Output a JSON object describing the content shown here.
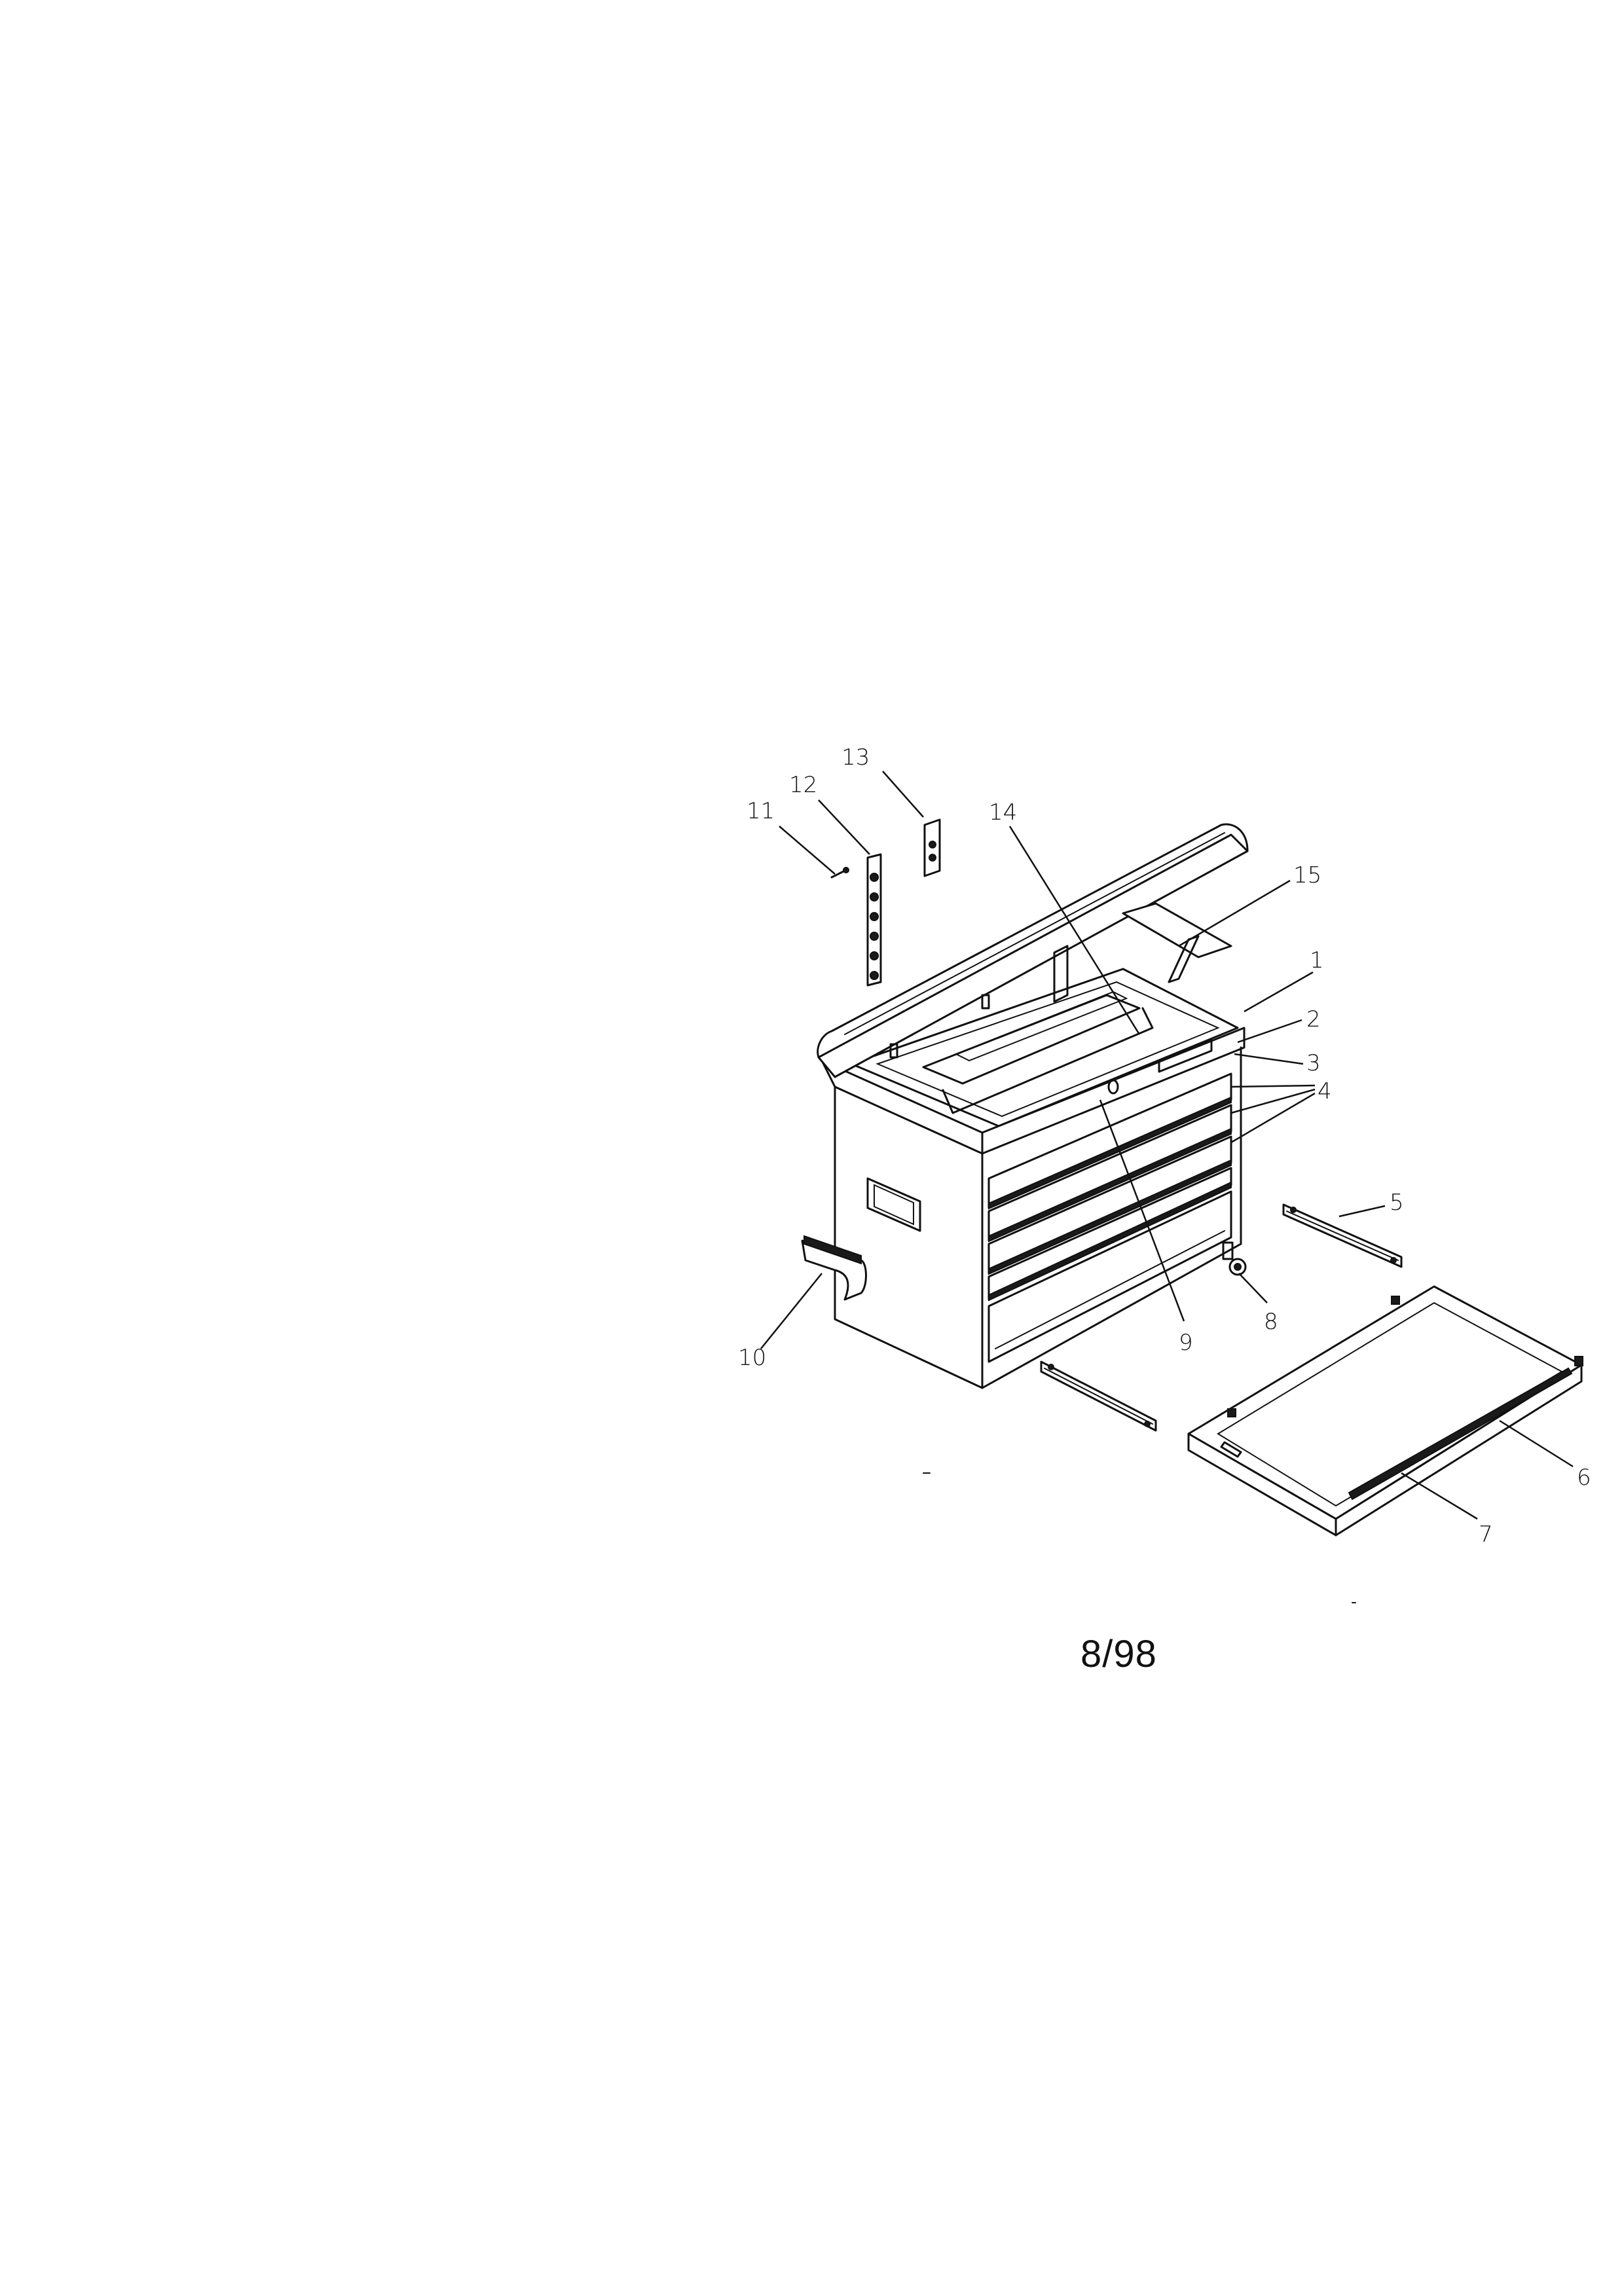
{
  "diagram": {
    "callouts": [
      {
        "label": "1"
      },
      {
        "label": "2"
      },
      {
        "label": "3"
      },
      {
        "label": "4"
      },
      {
        "label": "5"
      },
      {
        "label": "6"
      },
      {
        "label": "7"
      },
      {
        "label": "8"
      },
      {
        "label": "9"
      },
      {
        "label": "10"
      },
      {
        "label": "11"
      },
      {
        "label": "12"
      },
      {
        "label": "13"
      },
      {
        "label": "14"
      },
      {
        "label": "15"
      }
    ]
  },
  "footer": {
    "date_code": "8/98"
  }
}
